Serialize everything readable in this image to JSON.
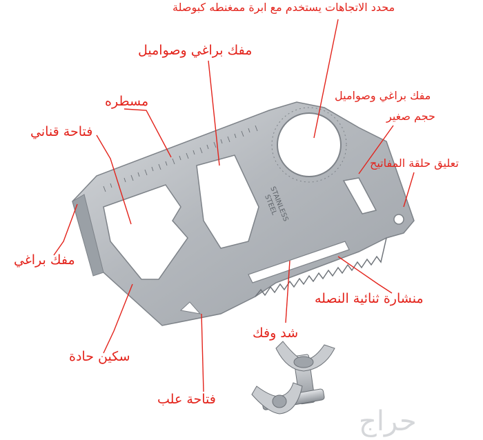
{
  "colors": {
    "label": "#e3231b",
    "steel": "#b9bdc2",
    "steel_dark": "#8b9096",
    "watermark": "#d5d7da"
  },
  "card": {
    "engraving_line1": "STAINLESS",
    "engraving_line2": "STEEL"
  },
  "labels": {
    "compass": "محدد الاتجاهات يستخدم مع ابرة ممغنطه كبوصلة",
    "screw_washer": "مفك براغي وصواميل",
    "small_screw": "مفك براغي وصواميل",
    "small_size": "حجم صغير",
    "ruler": "مسطره",
    "bottle_opener": "فتاحة قناني",
    "keyring": "تعليق حلقة المفاتيح",
    "screwdriver": "مفك براغي",
    "saw": "منشارة ثنائية النصله",
    "wingnut": "شد وفك",
    "knife": "سكين حادة",
    "can_opener": "فتاحة علب"
  },
  "watermark": "حراج",
  "icons": [
    "wing-nut-bolt-icon",
    "wing-nut-bolt-icon"
  ]
}
